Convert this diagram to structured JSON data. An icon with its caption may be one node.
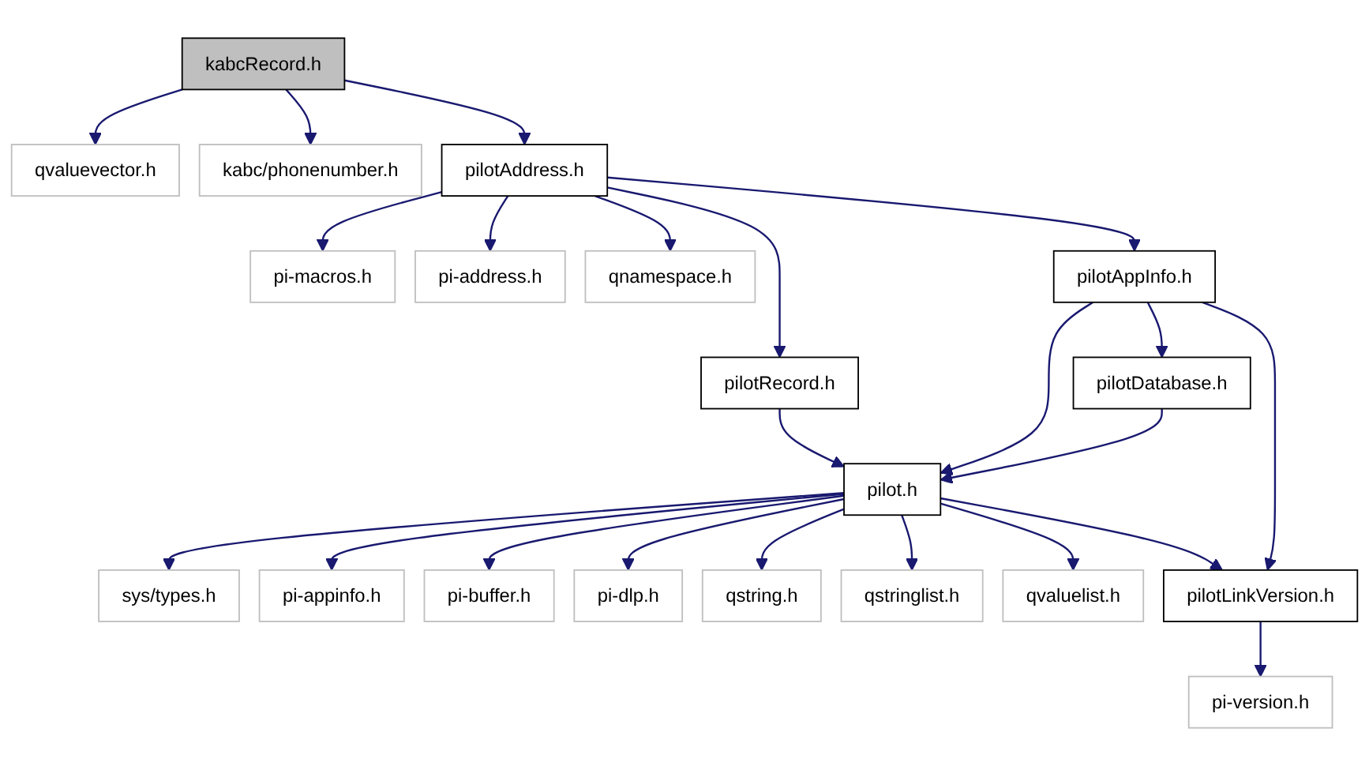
{
  "diagram": {
    "nodes": [
      {
        "text": [
          "kabcRecord.h"
        ]
      },
      {
        "text": [
          "qvaluevector.h"
        ]
      },
      {
        "text": [
          "kabc/phonenumber.h"
        ]
      },
      {
        "text": [
          "pilotAddress.h"
        ]
      },
      {
        "text": [
          "pi-macros.h"
        ]
      },
      {
        "text": [
          "pi-address.h"
        ]
      },
      {
        "text": [
          "qnamespace.h"
        ]
      },
      {
        "text": [
          "pilotAppInfo.h"
        ]
      },
      {
        "text": [
          "pilotRecord.h"
        ]
      },
      {
        "text": [
          "pilotDatabase.h"
        ]
      },
      {
        "text": [
          "pilot.h"
        ]
      },
      {
        "text": [
          "sys/types.h"
        ]
      },
      {
        "text": [
          "pi-appinfo.h"
        ]
      },
      {
        "text": [
          "pi-buffer.h"
        ]
      },
      {
        "text": [
          "pi-dlp.h"
        ]
      },
      {
        "text": [
          "qstring.h"
        ]
      },
      {
        "text": [
          "qstringlist.h"
        ]
      },
      {
        "text": [
          "qvaluelist.h"
        ]
      },
      {
        "text": [
          "pilotLinkVersion.h"
        ]
      },
      {
        "text": [
          "pi-version.h"
        ]
      }
    ],
    "edges": [
      {
        "from": 0,
        "to": 1,
        "arrow": "to"
      },
      {
        "from": 0,
        "to": 2,
        "arrow": "to"
      },
      {
        "from": 0,
        "to": 3,
        "arrow": "to"
      },
      {
        "from": 3,
        "to": 4,
        "arrow": "to"
      },
      {
        "from": 3,
        "to": 5,
        "arrow": "to"
      },
      {
        "from": 3,
        "to": 6,
        "arrow": "to"
      },
      {
        "from": 3,
        "to": 8,
        "arrow": "to"
      },
      {
        "from": 3,
        "to": 7,
        "arrow": "to"
      },
      {
        "from": 7,
        "to": 10,
        "arrow": "to"
      },
      {
        "from": 7,
        "to": 9,
        "arrow": "to"
      },
      {
        "from": 7,
        "to": 18,
        "arrow": "to"
      },
      {
        "from": 8,
        "to": 10,
        "arrow": "to"
      },
      {
        "from": 9,
        "to": 10,
        "arrow": "to"
      },
      {
        "from": 10,
        "to": 11,
        "arrow": "to"
      },
      {
        "from": 10,
        "to": 12,
        "arrow": "to"
      },
      {
        "from": 10,
        "to": 13,
        "arrow": "to"
      },
      {
        "from": 10,
        "to": 14,
        "arrow": "to"
      },
      {
        "from": 10,
        "to": 15,
        "arrow": "to"
      },
      {
        "from": 10,
        "to": 16,
        "arrow": "to"
      },
      {
        "from": 10,
        "to": 17,
        "arrow": "to"
      },
      {
        "from": 10,
        "to": 18,
        "arrow": "to"
      },
      {
        "from": 18,
        "to": 19,
        "arrow": "to"
      }
    ]
  }
}
